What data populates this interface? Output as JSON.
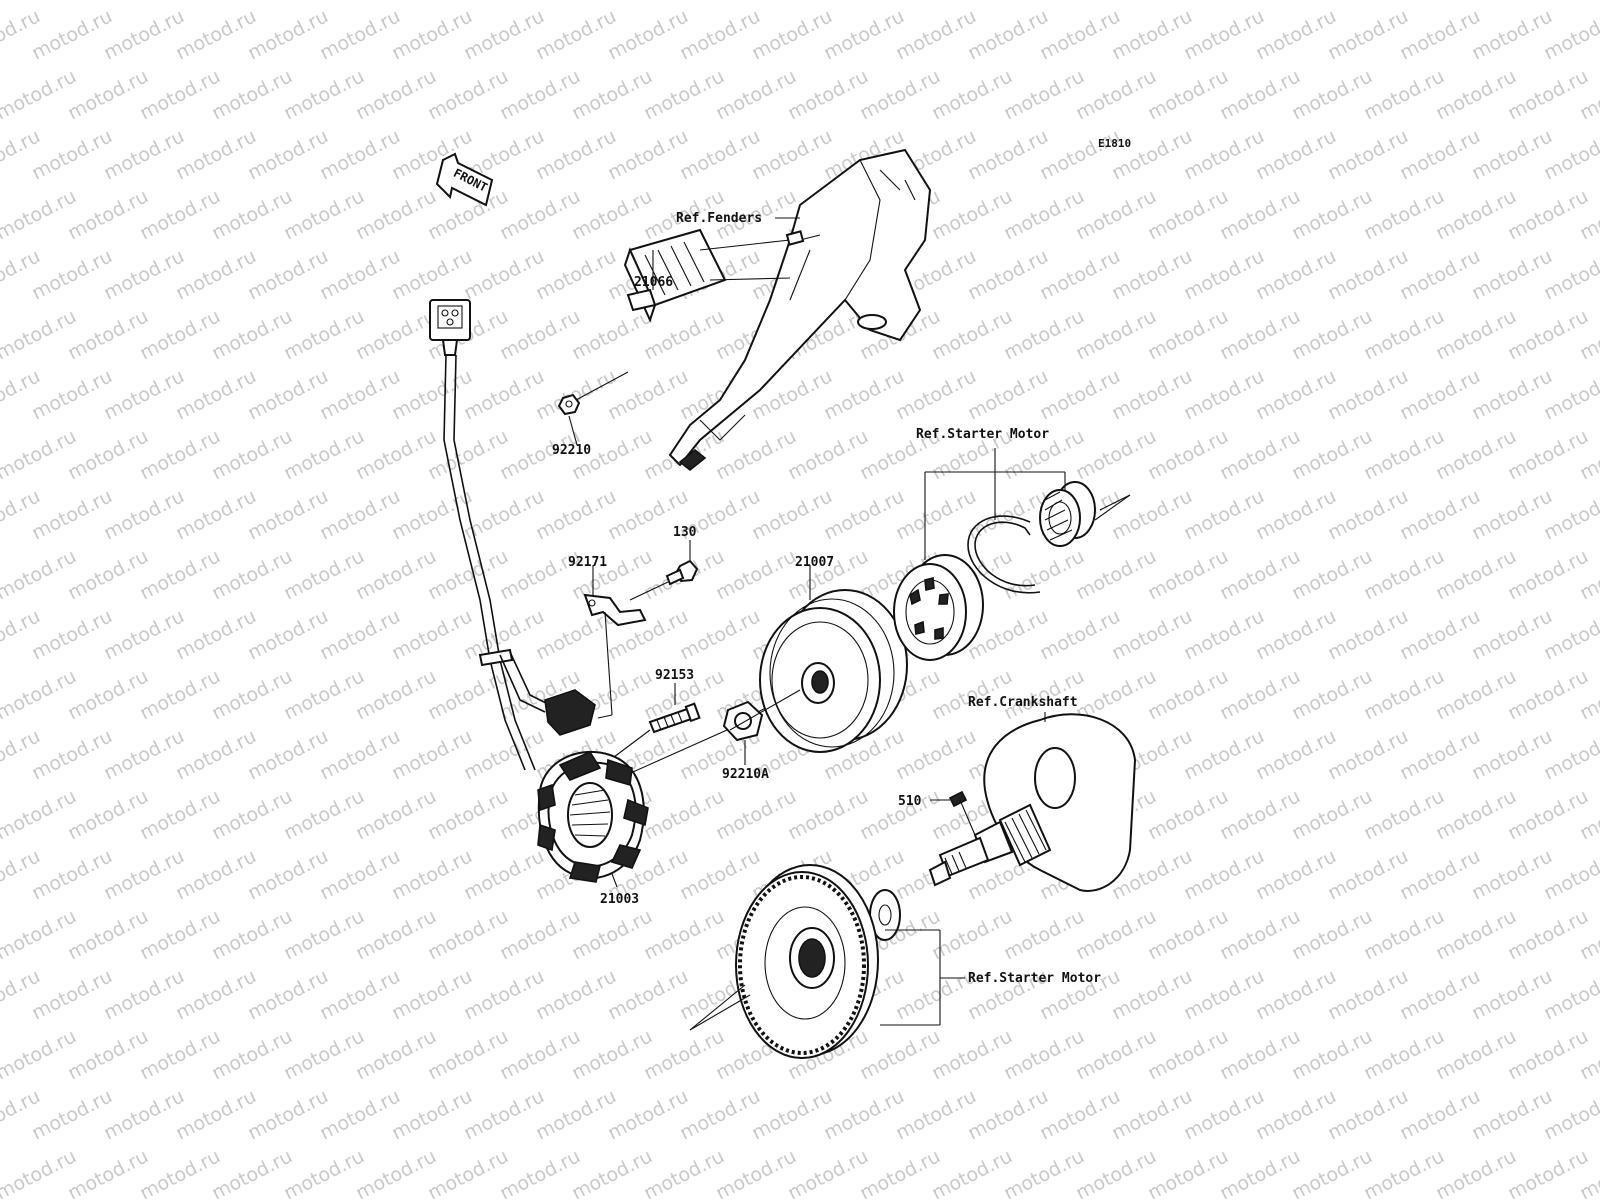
{
  "watermark": {
    "text": "motod.ru",
    "color": "#c9c9c9"
  },
  "diagram_code": "E1810",
  "front_arrow": {
    "label": "FRONT"
  },
  "labels": {
    "ref_fenders": "Ref.Fenders",
    "ref_starter_motor_top": "Ref.Starter Motor",
    "ref_crankshaft": "Ref.Crankshaft",
    "ref_starter_motor_bottom": "Ref.Starter Motor",
    "p21066": "21066",
    "p92210": "92210",
    "p130": "130",
    "p92171": "92171",
    "p21007": "21007",
    "p92153": "92153",
    "p92210a": "92210A",
    "p510": "510",
    "p21003": "21003"
  }
}
